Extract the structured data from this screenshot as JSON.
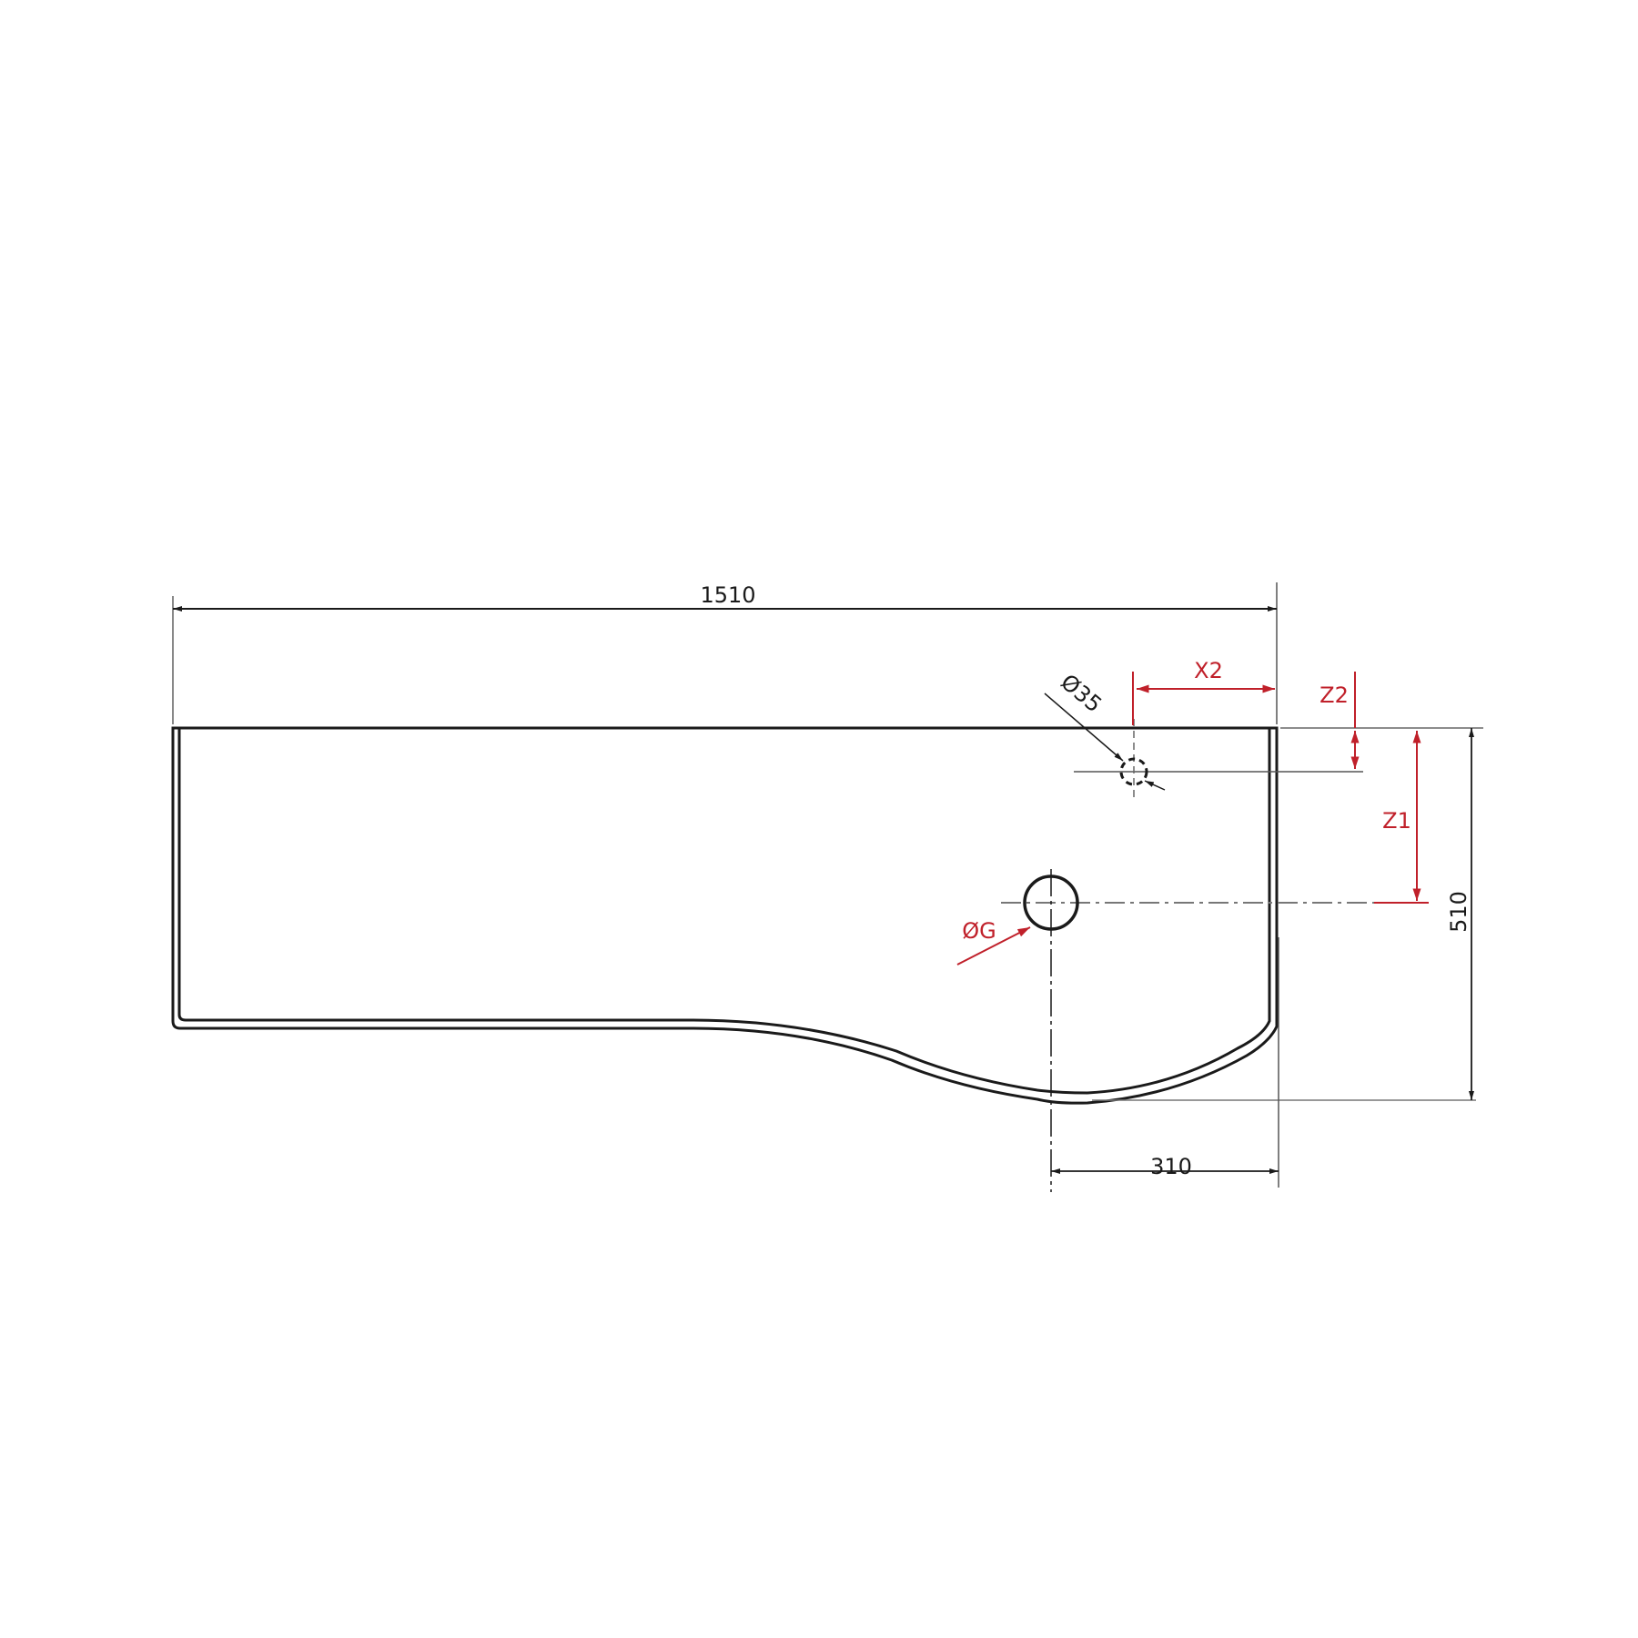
{
  "drawing": {
    "type": "technical-drawing",
    "subject": "countertop basin top view",
    "colors": {
      "outline": "#1a1a1a",
      "dimension": "#1a1a1a",
      "variable": "#c0202a",
      "centerline": "#777777",
      "background": "#ffffff"
    },
    "dimensions": {
      "overall_width": "1510",
      "overall_depth": "510",
      "bowl_offset": "310",
      "tap_hole": "Ø35"
    },
    "variables": {
      "x2": "X2",
      "z1": "Z1",
      "z2": "Z2",
      "drain": "ØG"
    }
  }
}
